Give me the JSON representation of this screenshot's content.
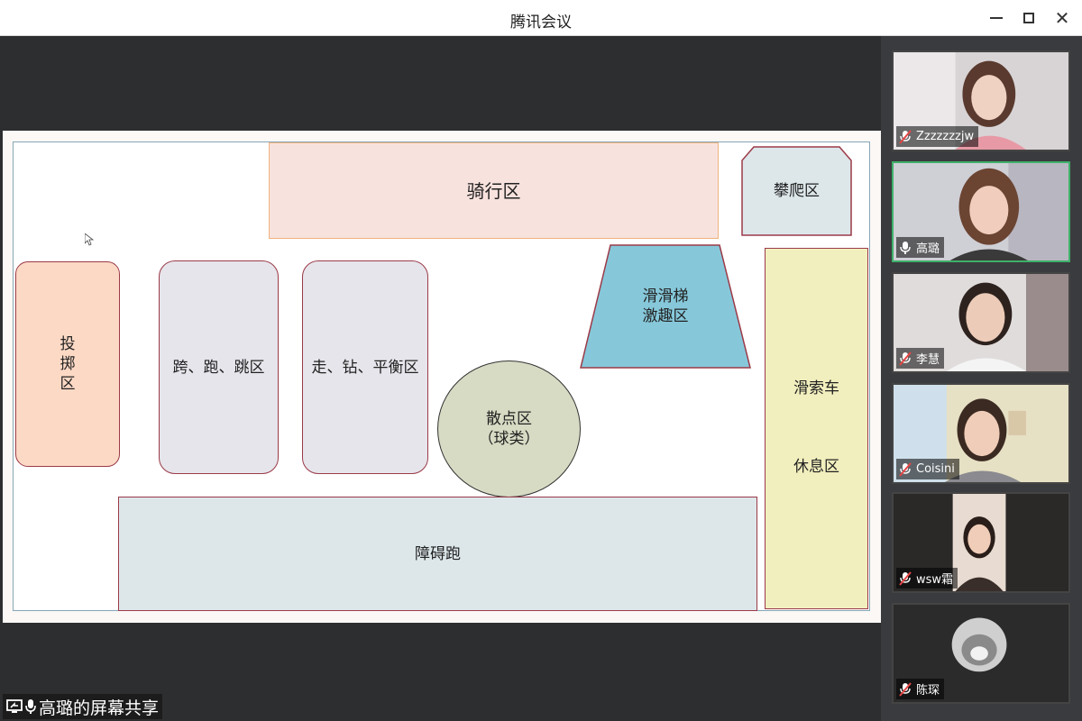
{
  "window": {
    "title": "腾讯会议"
  },
  "share": {
    "label": "高璐的屏幕共享"
  },
  "zones": {
    "riding": "骑行区",
    "climb": "攀爬区",
    "throw": "投\n掷\n区",
    "jump": "跨、跑、跳区",
    "walk": "走、钻、平衡区",
    "slide": "滑滑梯\n激趣区",
    "ball": "散点区\n（球类）",
    "zipline_top": "滑索车",
    "zipline_bottom": "休息区",
    "obstacle": "障碍跑"
  },
  "participants": [
    {
      "name": "Zzzzzzzjw",
      "muted": true
    },
    {
      "name": "高璐",
      "muted": false,
      "active": true
    },
    {
      "name": "李慧",
      "muted": true
    },
    {
      "name": "Coisini",
      "muted": true
    },
    {
      "name": "wsw霜",
      "muted": true
    },
    {
      "name": "陈琛",
      "muted": true
    }
  ],
  "colors": {
    "active_border": "#3fb06a",
    "slide_zone": "#86c8da"
  }
}
